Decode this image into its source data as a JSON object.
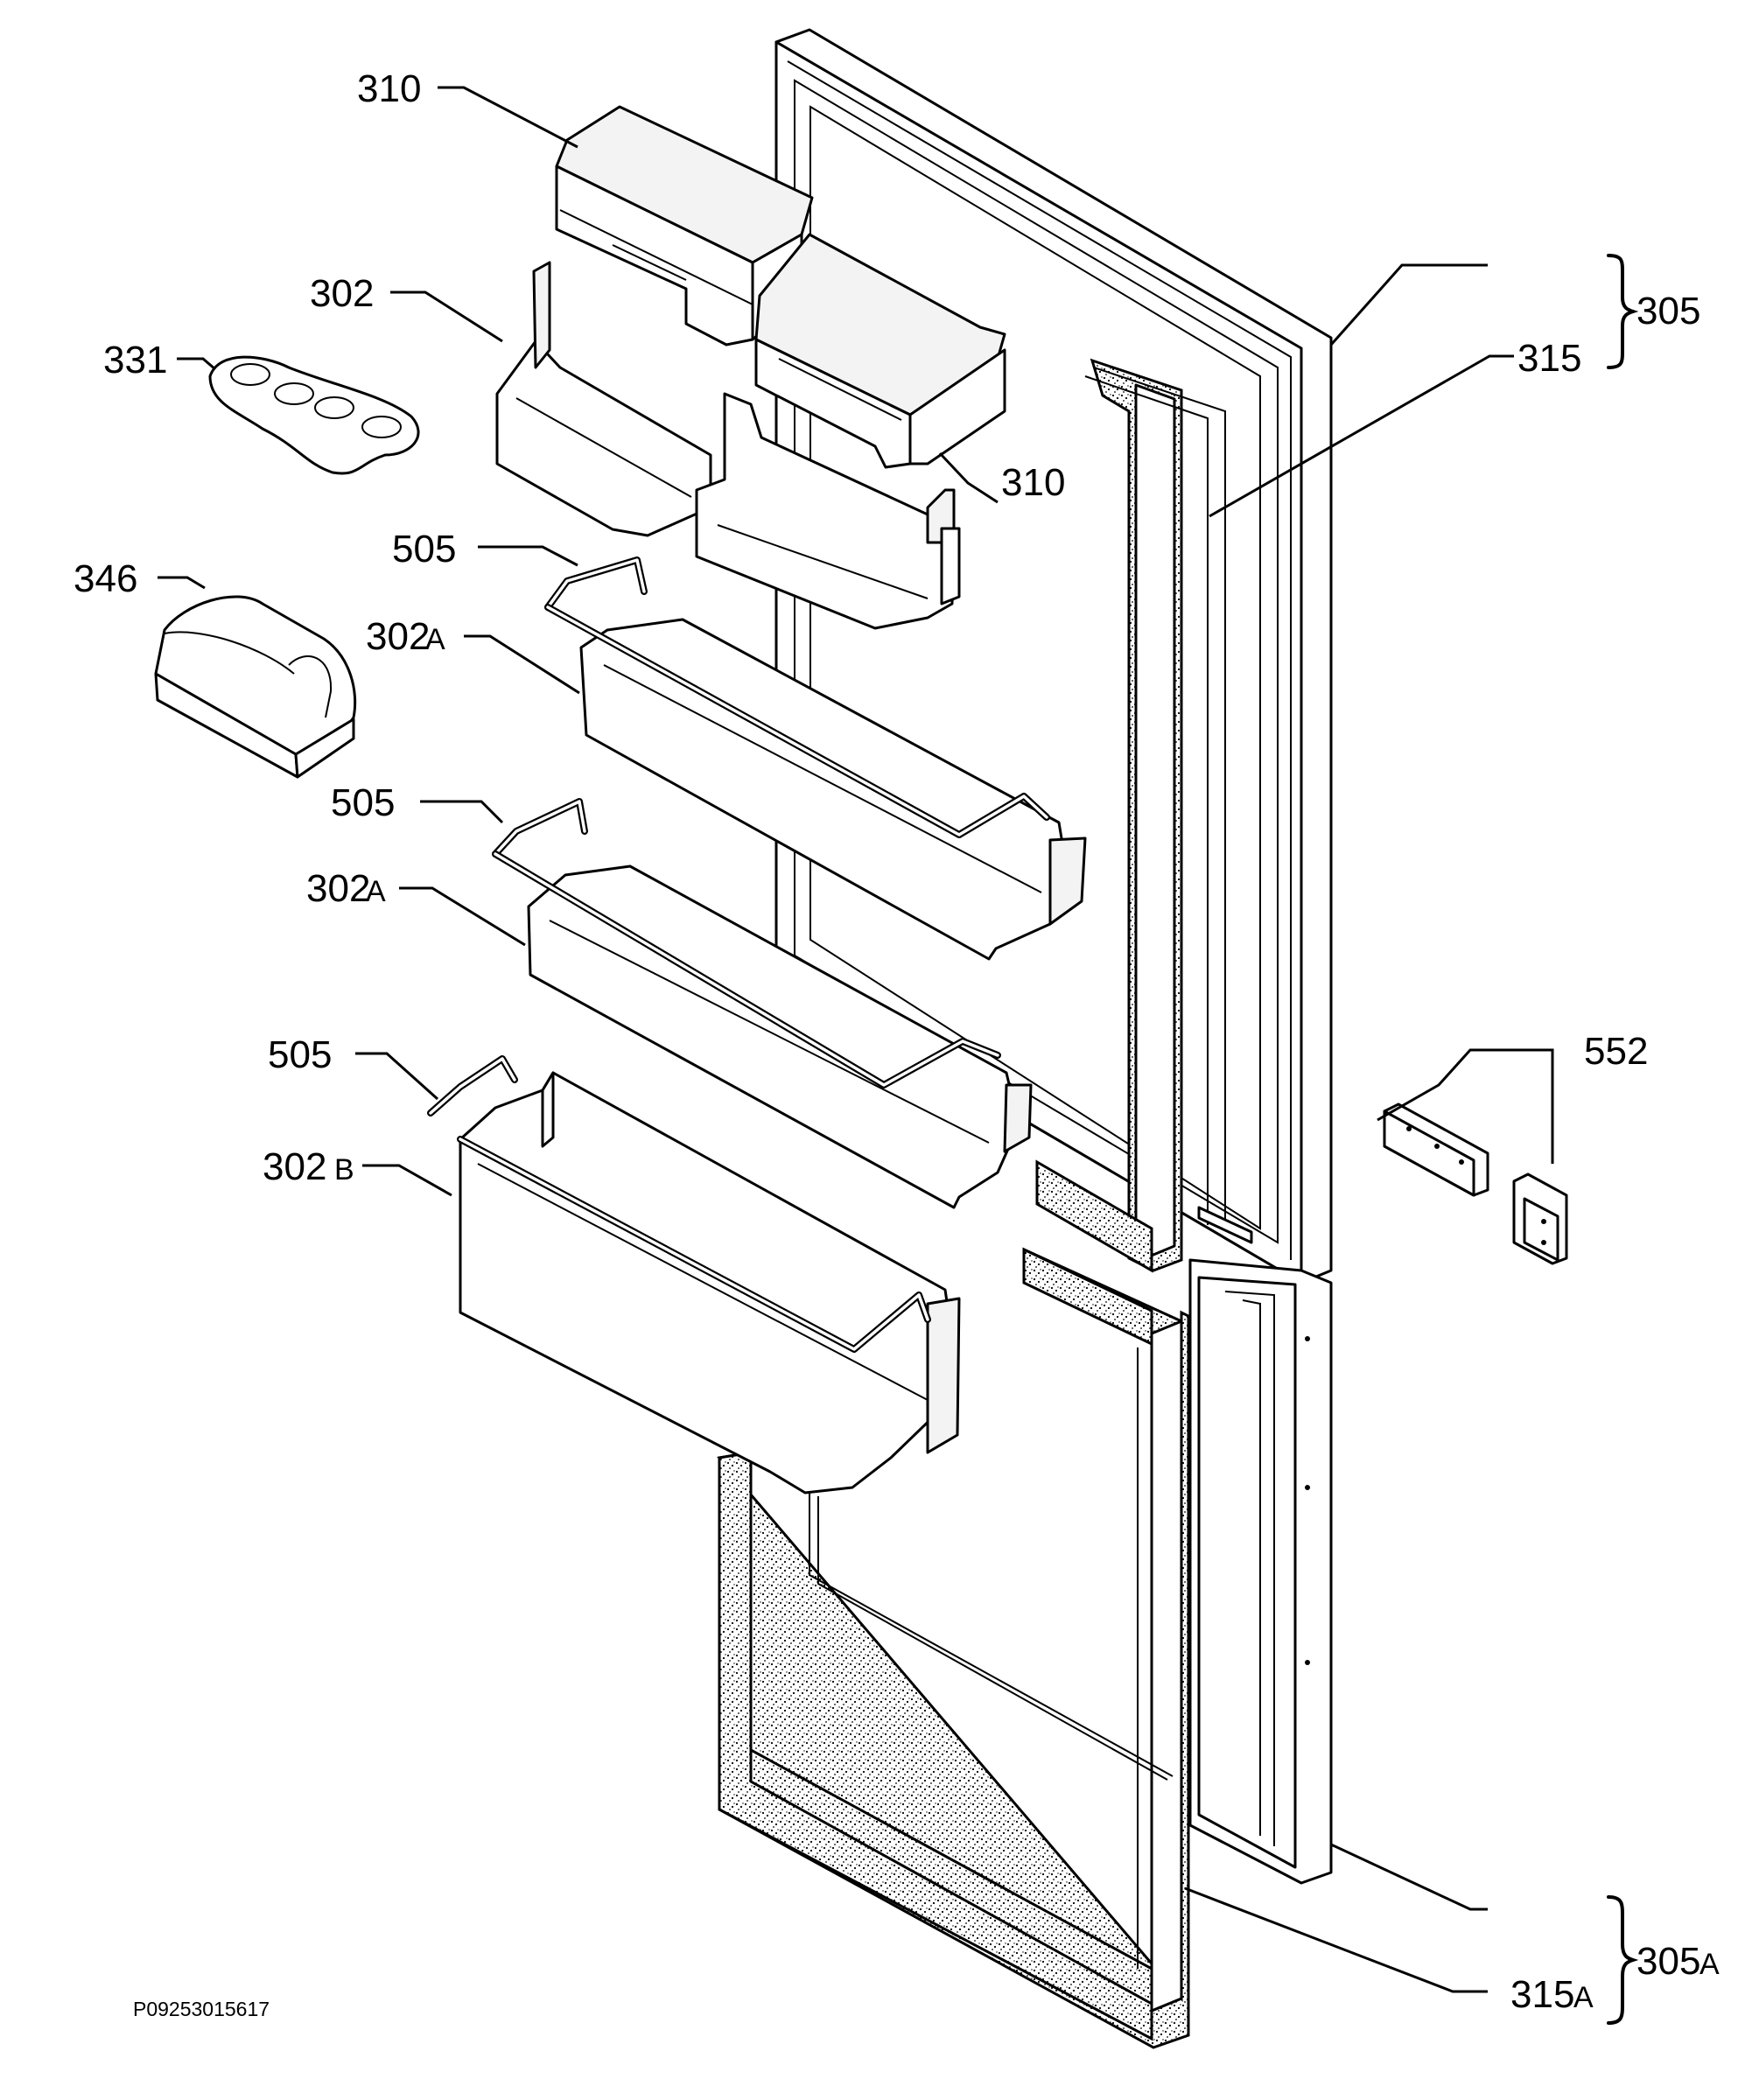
{
  "drawing_code": "P09253015617",
  "callouts": {
    "p310_top": "310",
    "p310_mid": "310",
    "p302": "302",
    "p331": "331",
    "p346": "346",
    "p505_a": "505",
    "p302a_a": "302",
    "p302a_a_sfx": "A",
    "p505_b": "505",
    "p302a_b": "302",
    "p302a_b_sfx": "A",
    "p505_c": "505",
    "p302b": "302",
    "p302b_sfx": "B",
    "p305": "305",
    "p315": "315",
    "p552": "552",
    "p305a": "305",
    "p305a_sfx": "A",
    "p315a": "315",
    "p315a_sfx": "A"
  }
}
